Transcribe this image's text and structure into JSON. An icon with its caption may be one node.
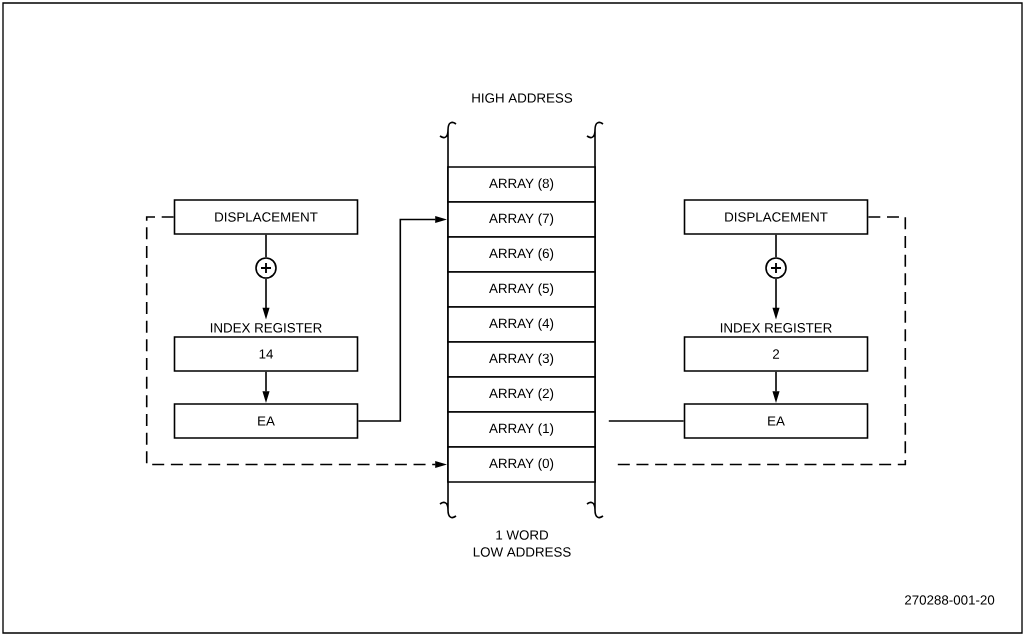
{
  "diagram": {
    "nodes": [
      {
        "text": [
          "DISPLACEMENT"
        ]
      },
      {
        "text": [],
        "shape": "circle"
      },
      {
        "text": [
          "INDEX REGISTER",
          "14"
        ]
      },
      {
        "text": [
          "EA"
        ]
      },
      {
        "text": [
          "ARRAY (8)"
        ]
      },
      {
        "text": [
          "ARRAY (7)"
        ]
      },
      {
        "text": [
          "ARRAY (6)"
        ]
      },
      {
        "text": [
          "ARRAY (5)"
        ]
      },
      {
        "text": [
          "ARRAY (4)"
        ]
      },
      {
        "text": [
          "ARRAY (3)"
        ]
      },
      {
        "text": [
          "ARRAY (2)"
        ]
      },
      {
        "text": [
          "ARRAY (1)"
        ]
      },
      {
        "text": [
          "ARRAY (0)"
        ]
      },
      {
        "text": [
          "DISPLACEMENT"
        ]
      },
      {
        "text": [],
        "shape": "circle"
      },
      {
        "text": [
          "INDEX REGISTER",
          "2"
        ]
      },
      {
        "text": [
          "EA"
        ]
      }
    ],
    "edges": [
      {
        "from": 0,
        "to": 1,
        "arrow": "none"
      },
      {
        "from": 1,
        "to": 2,
        "arrow": "to"
      },
      {
        "from": 2,
        "to": 3,
        "arrow": "to"
      },
      {
        "from": 3,
        "to": 5,
        "arrow": "to"
      },
      {
        "from": 0,
        "to": 12,
        "arrow": "to",
        "style": "dashed"
      },
      {
        "from": 13,
        "to": 14,
        "arrow": "none"
      },
      {
        "from": 14,
        "to": 15,
        "arrow": "to"
      },
      {
        "from": 15,
        "to": 16,
        "arrow": "to"
      },
      {
        "from": 16,
        "to": 11,
        "arrow": "none"
      },
      {
        "from": 13,
        "to": 12,
        "arrow": "none",
        "style": "dashed"
      }
    ],
    "labels": [
      "HIGH ADDRESS",
      "1 WORD",
      "LOW ADDRESS",
      "270288-001-20"
    ]
  }
}
